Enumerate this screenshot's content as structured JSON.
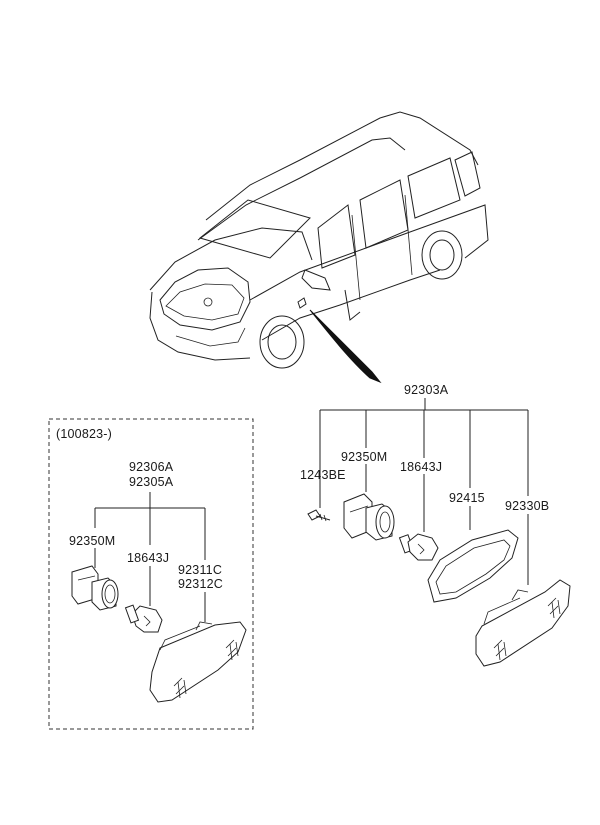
{
  "diagram": {
    "variant_box": {
      "date_label": "(100823-)",
      "assembly_labels": [
        "92306A",
        "92305A"
      ],
      "socket_label": "92350M",
      "bulb_label": "18643J",
      "lamp_labels": [
        "92311C",
        "92312C"
      ]
    },
    "main_assembly": {
      "assembly_label": "92303A",
      "screw_label": "1243BE",
      "socket_label": "92350M",
      "bulb_label": "18643J",
      "gasket_label": "92415",
      "lamp_label": "92330B"
    }
  }
}
